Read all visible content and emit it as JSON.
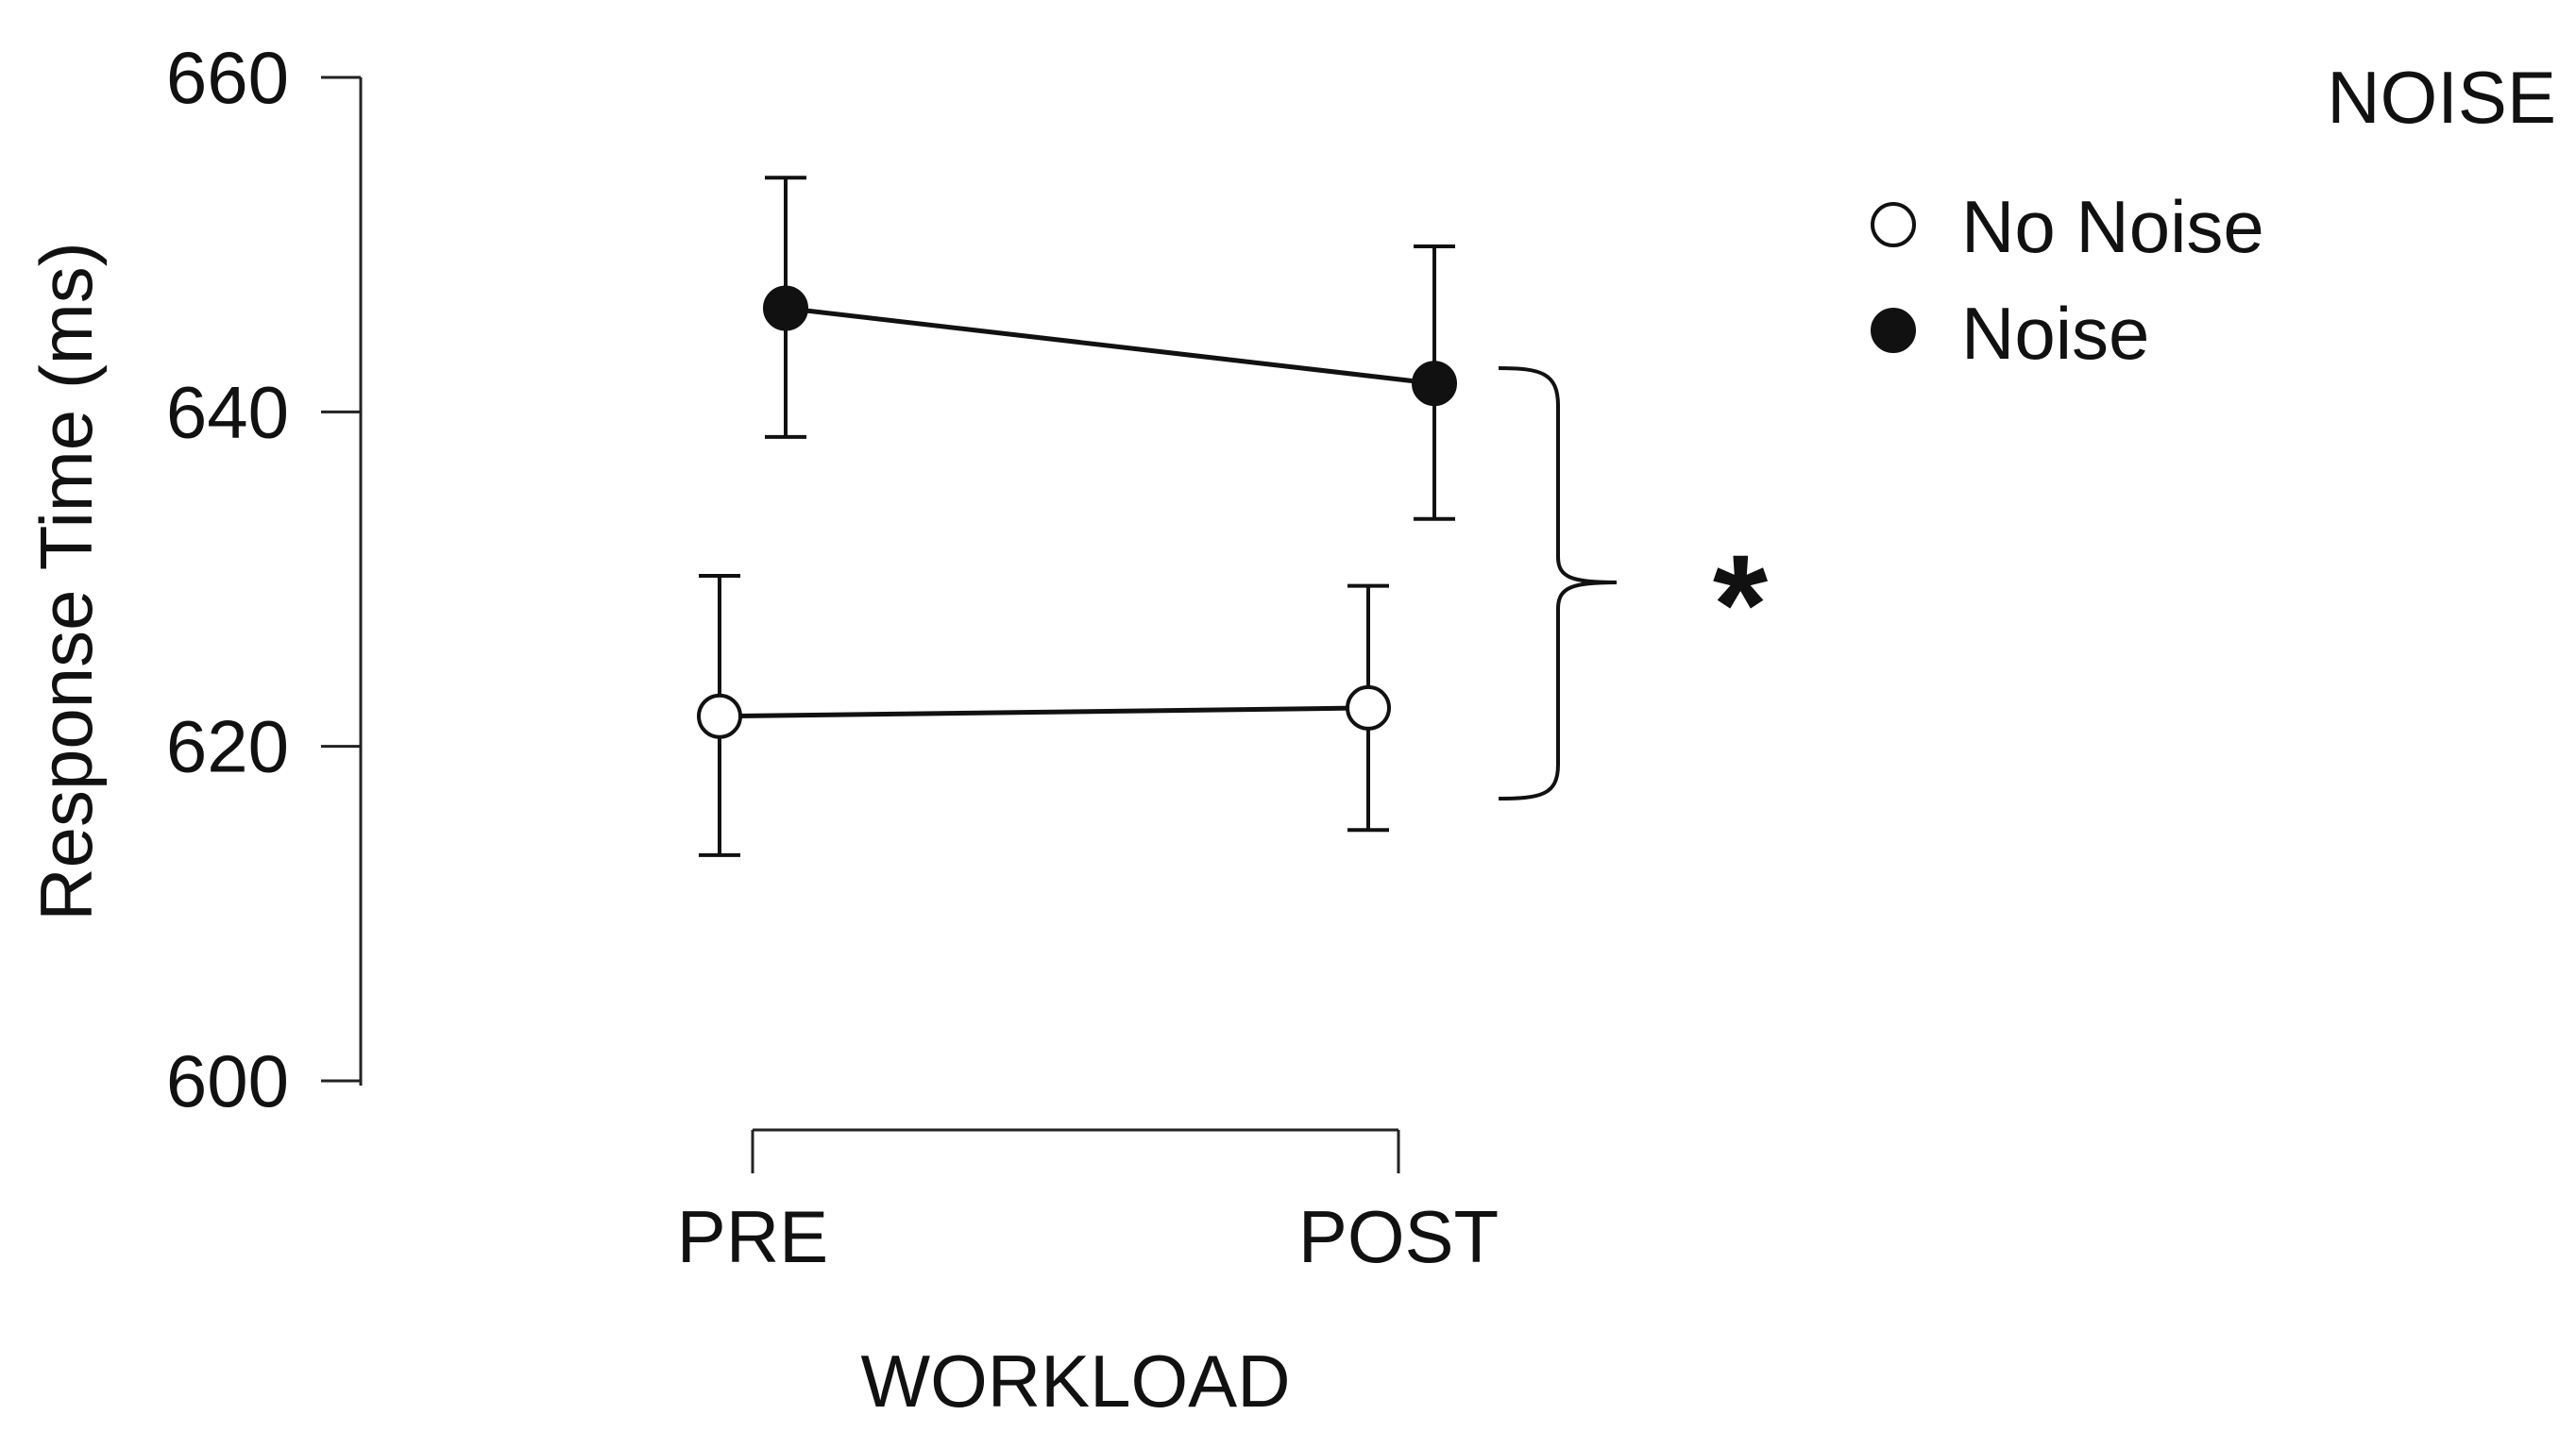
{
  "chart_data": {
    "type": "line",
    "title": "",
    "xlabel": "WORKLOAD",
    "ylabel": "Response Time (ms)",
    "categories": [
      "PRE",
      "POST"
    ],
    "ylim": [
      600,
      660
    ],
    "yticks": [
      600,
      620,
      640,
      660
    ],
    "grid": false,
    "legend": {
      "title": "NOISE",
      "position": "top-right"
    },
    "series": [
      {
        "name": "No Noise",
        "marker": "open-circle",
        "values": [
          621.8,
          622.3
        ],
        "error_low": [
          613.5,
          615.0
        ],
        "error_high": [
          630.2,
          629.6
        ]
      },
      {
        "name": "Noise",
        "marker": "filled-circle",
        "values": [
          646.2,
          641.7
        ],
        "error_low": [
          638.5,
          633.6
        ],
        "error_high": [
          654.0,
          649.9
        ]
      }
    ],
    "annotations": [
      {
        "text": "*",
        "type": "bracket",
        "between": "series",
        "category": "POST"
      }
    ]
  },
  "colors": {
    "line": "#111111",
    "open_marker_fill": "#ffffff",
    "filled_marker_fill": "#111111",
    "axis": "#222222"
  }
}
